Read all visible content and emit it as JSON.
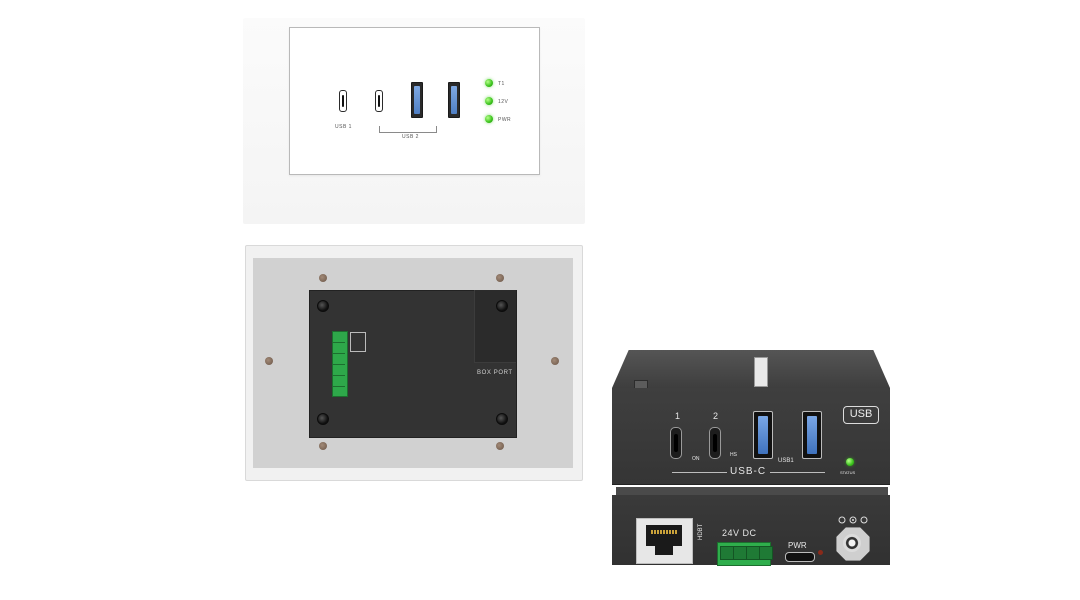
{
  "front_plate": {
    "port_labels": {
      "left": "USB 1",
      "group": "USB 2"
    },
    "led_labels": [
      "T1",
      "12V",
      "PWR"
    ]
  },
  "back_box": {
    "port_label": "BOX PORT"
  },
  "receiver": {
    "port_numbers": [
      "1",
      "2"
    ],
    "badge": "USB",
    "group_label": "USB-C",
    "usb_label": "USB1",
    "small_labels": [
      "ON",
      "HS"
    ],
    "led_label": "STATUS"
  },
  "power_unit": {
    "dc_label": "24V DC",
    "pwr_label": "PWR",
    "rj_label": "HDBT"
  },
  "colors": {
    "led_green": "#39c21a",
    "usb_blue": "#4f7fc4",
    "chassis": "#3a3a3a",
    "terminal_green": "#2ea84a"
  }
}
